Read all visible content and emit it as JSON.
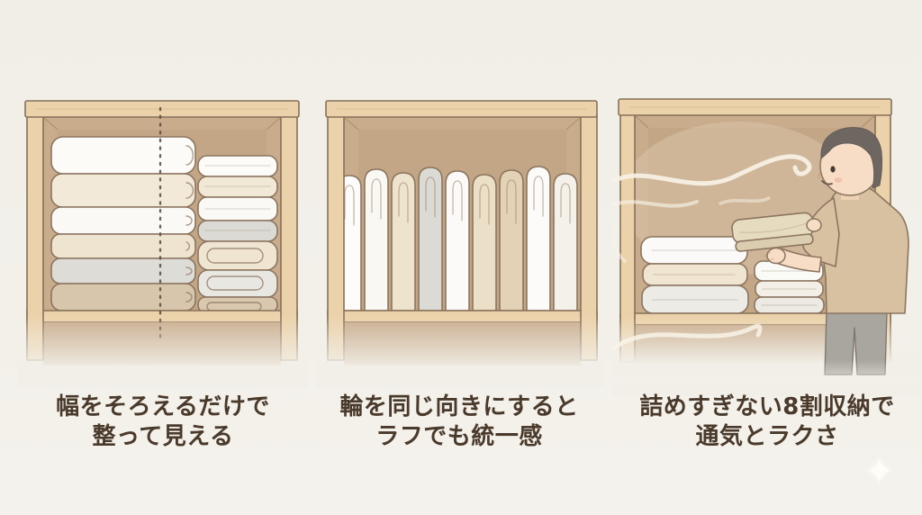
{
  "page": {
    "background": "#f2efe8",
    "text_color": "#4a3a2c"
  },
  "palette": {
    "wood": "#ebd2aa",
    "wood_outline": "#86705a",
    "cabinet_interior": "#c9ac8c",
    "towel_outline": "#8b7560",
    "towel_white": "#fcfbf8",
    "towel_cream": "#f2e9d8",
    "towel_beige": "#d8c6ac",
    "towel_grey": "#dedcd6",
    "skin": "#f7ddc5",
    "hair": "#6e6660",
    "shirt": "#d8c1a1",
    "pants": "#a9a59f"
  },
  "panels": [
    {
      "name": "align-width",
      "caption": [
        "幅をそろえるだけで",
        "整って見える"
      ]
    },
    {
      "name": "loops-same-direction",
      "caption": [
        "輪を同じ向きにすると",
        "ラフでも統一感"
      ]
    },
    {
      "name": "eighty-percent-storage",
      "caption": [
        "詰めすぎない8割収納で",
        "通気とラクさ"
      ]
    }
  ],
  "decorations": {
    "sparkle_icon": "✦"
  }
}
